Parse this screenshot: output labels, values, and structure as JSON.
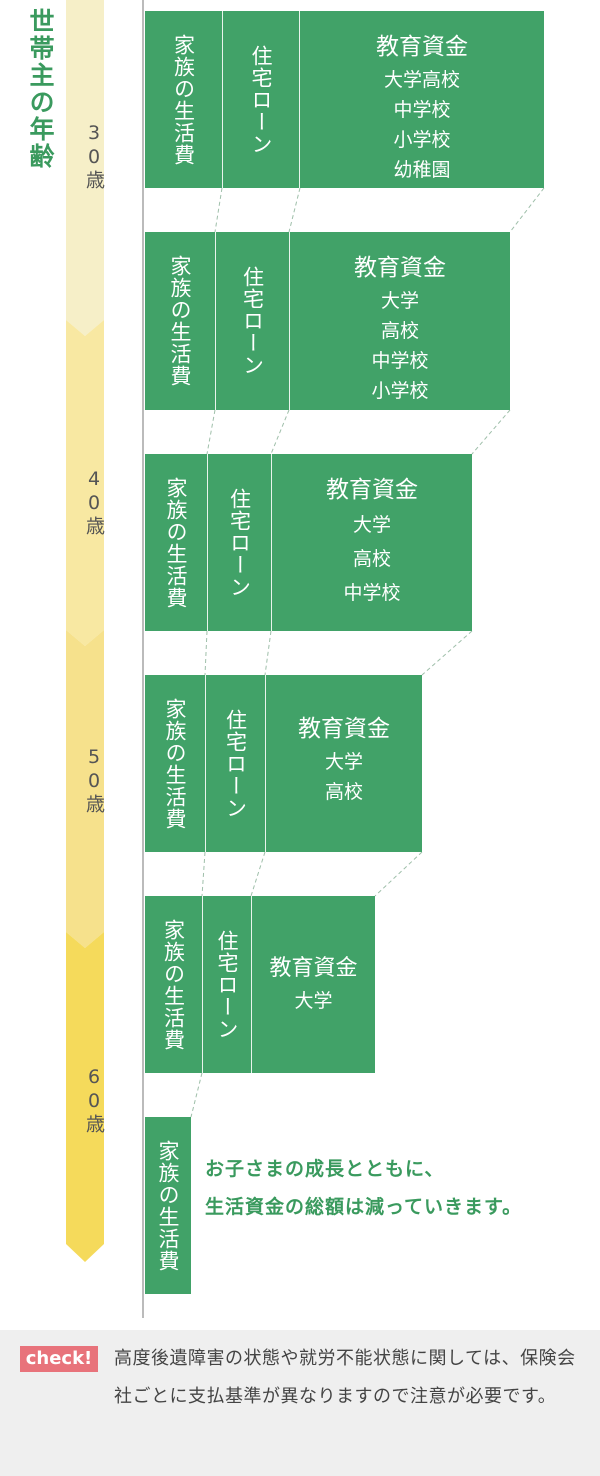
{
  "age_axis": {
    "title": "世帯主の年齢",
    "labels": [
      "30歳",
      "40歳",
      "50歳",
      "60歳"
    ],
    "segment_colors": [
      "#f6efc8",
      "#f8e8a2",
      "#f6e18c",
      "#f5da5b"
    ]
  },
  "blocks": [
    {
      "living": "家族の生活費",
      "loan": "住宅ローン",
      "edu_title": "教育資金",
      "edu_items": [
        "大学高校",
        "中学校",
        "小学校",
        "幼稚園"
      ]
    },
    {
      "living": "家族の生活費",
      "loan": "住宅ローン",
      "edu_title": "教育資金",
      "edu_items": [
        "大学",
        "高校",
        "中学校",
        "小学校"
      ]
    },
    {
      "living": "家族の生活費",
      "loan": "住宅ローン",
      "edu_title": "教育資金",
      "edu_items": [
        "大学",
        "高校",
        "中学校"
      ]
    },
    {
      "living": "家族の生活費",
      "loan": "住宅ローン",
      "edu_title": "教育資金",
      "edu_items": [
        "大学",
        "高校"
      ]
    },
    {
      "living": "家族の生活費",
      "loan": "住宅ローン",
      "edu_title": "教育資金",
      "edu_items": [
        "大学"
      ]
    },
    {
      "living": "家族の生活費"
    }
  ],
  "note": [
    "お子さまの成長とともに、",
    "生活資金の総額は減っていきます。"
  ],
  "check": {
    "badge": "check!",
    "text": "高度後遺障害の状態や就労不能状態に関しては、保険会社ごとに支払基準が異なりますので注意が必要です。"
  },
  "colors": {
    "block_green": "#41a268",
    "note_green": "#3a9a5e",
    "badge": "#e8737b"
  }
}
